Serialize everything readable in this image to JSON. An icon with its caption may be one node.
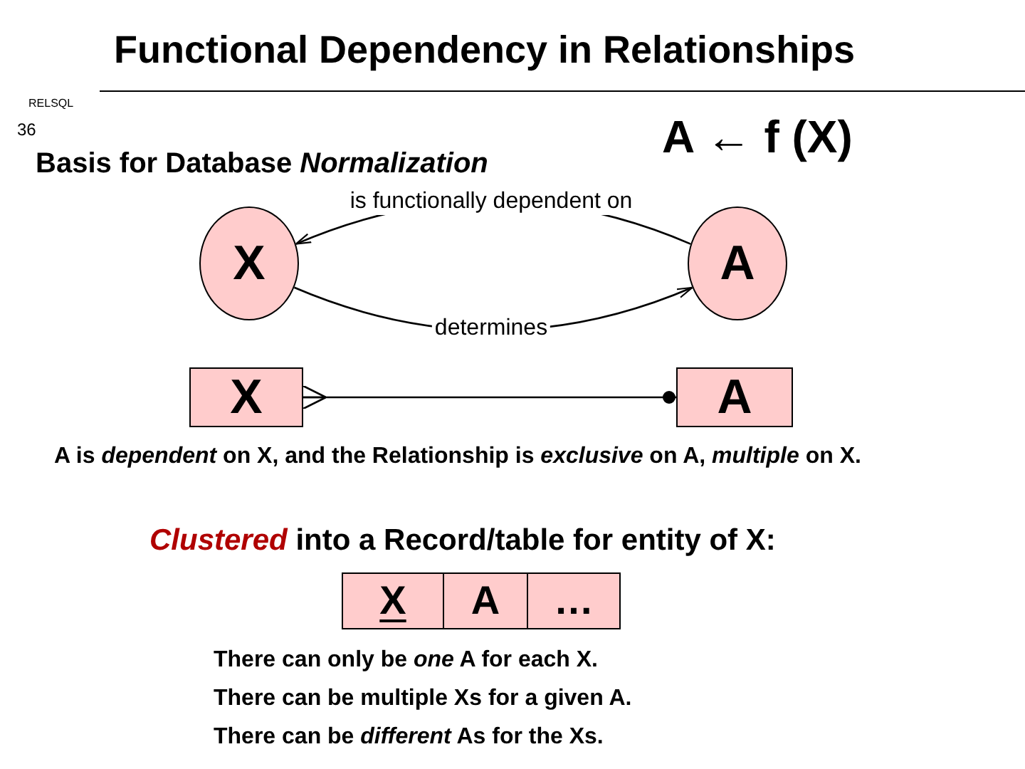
{
  "diagram": {
    "title": "Functional Dependency in Relationships",
    "nodes": [
      {
        "text": [
          "X"
        ]
      },
      {
        "text": [
          "A"
        ]
      },
      {
        "text": [
          "X"
        ]
      },
      {
        "text": [
          "A"
        ]
      }
    ],
    "edges": [
      {
        "from": 1,
        "to": 0,
        "arrow": "to",
        "label": "is functionally dependent on"
      },
      {
        "from": 0,
        "to": 1,
        "arrow": "to",
        "label": "determines"
      },
      {
        "from": 2,
        "to": 3,
        "arrow": "other"
      }
    ],
    "labels": [
      "RELSQL",
      "36",
      "A ← f (X)",
      "Basis for Database *Normalization*",
      "A is *dependent* on X, and the Relationship is *exclusive* on A, *multiple* on X.",
      "*Clustered* into a Record/table for entity of X:",
      "X",
      "A",
      "…",
      "There can only be *one* A for each X.",
      "There can be multiple Xs for a given A.",
      "There can be *different* As for the Xs."
    ]
  }
}
